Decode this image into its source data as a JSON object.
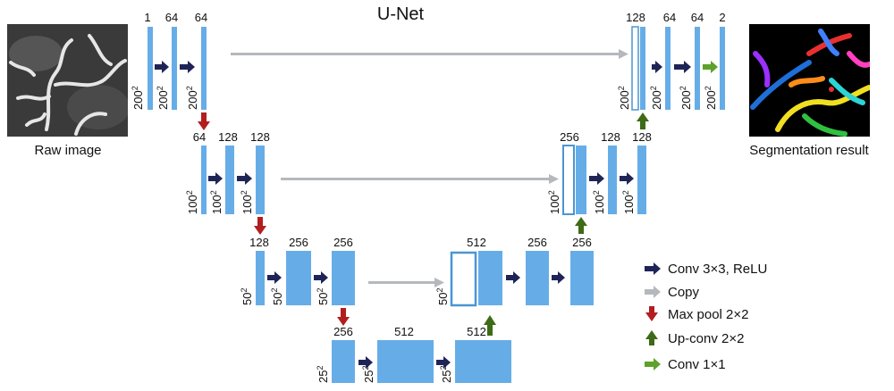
{
  "title": "U-Net",
  "colors": {
    "block": "#66ade8",
    "block_edge": "#4b95d4",
    "conv_arrow": "#1f2457",
    "copy_arrow": "#b5b9bd",
    "pool_arrow": "#b21e1e",
    "upconv_arrow": "#3d6b17",
    "conv1x1_arrow": "#5ea12b",
    "image_bg": "#111111"
  },
  "captions": {
    "raw": "Raw image",
    "seg": "Segmentation result"
  },
  "images": {
    "raw_icon": "raw-microscopy-image",
    "seg_icon": "segmentation-result-image"
  },
  "levels": [
    {
      "name": "level1",
      "resolution": "200",
      "channels_encoder": [
        "1",
        "64",
        "64"
      ],
      "channels_decoder": [
        "128",
        "64",
        "64",
        "2"
      ]
    },
    {
      "name": "level2",
      "resolution": "100",
      "channels_encoder": [
        "64",
        "128",
        "128"
      ],
      "channels_decoder": [
        "256",
        "128",
        "128"
      ]
    },
    {
      "name": "level3",
      "resolution": "50",
      "channels_encoder": [
        "128",
        "256",
        "256"
      ],
      "channels_decoder": [
        "512",
        "256",
        "256"
      ]
    },
    {
      "name": "level4",
      "resolution": "25",
      "channels_encoder": [
        "256",
        "512",
        "512"
      ]
    }
  ],
  "legend": [
    {
      "icon": "dark-blue-right-arrow-icon",
      "label": "Conv 3×3, ReLU"
    },
    {
      "icon": "gray-right-arrow-icon",
      "label": "Copy"
    },
    {
      "icon": "red-down-arrow-icon",
      "label": "Max pool 2×2"
    },
    {
      "icon": "green-up-arrow-icon",
      "label": "Up-conv 2×2"
    },
    {
      "icon": "green-right-arrow-icon",
      "label": "Conv 1×1"
    }
  ]
}
